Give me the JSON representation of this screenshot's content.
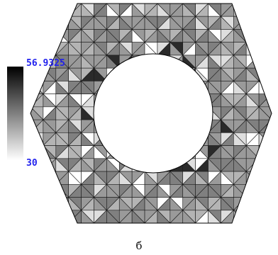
{
  "colorbar": {
    "max_label": "56.9325",
    "min_label": "30",
    "max_value": 56.9325,
    "min_value": 30,
    "label_color": "#2222ee"
  },
  "caption": "б",
  "mesh": {
    "shape": "hexagon-with-circular-hole",
    "outline_color": "#000000",
    "fill_levels": [
      "#2a2a2a",
      "#555555",
      "#808080",
      "#9a9a9a",
      "#b4b4b4",
      "#dedede",
      "#ffffff"
    ]
  }
}
